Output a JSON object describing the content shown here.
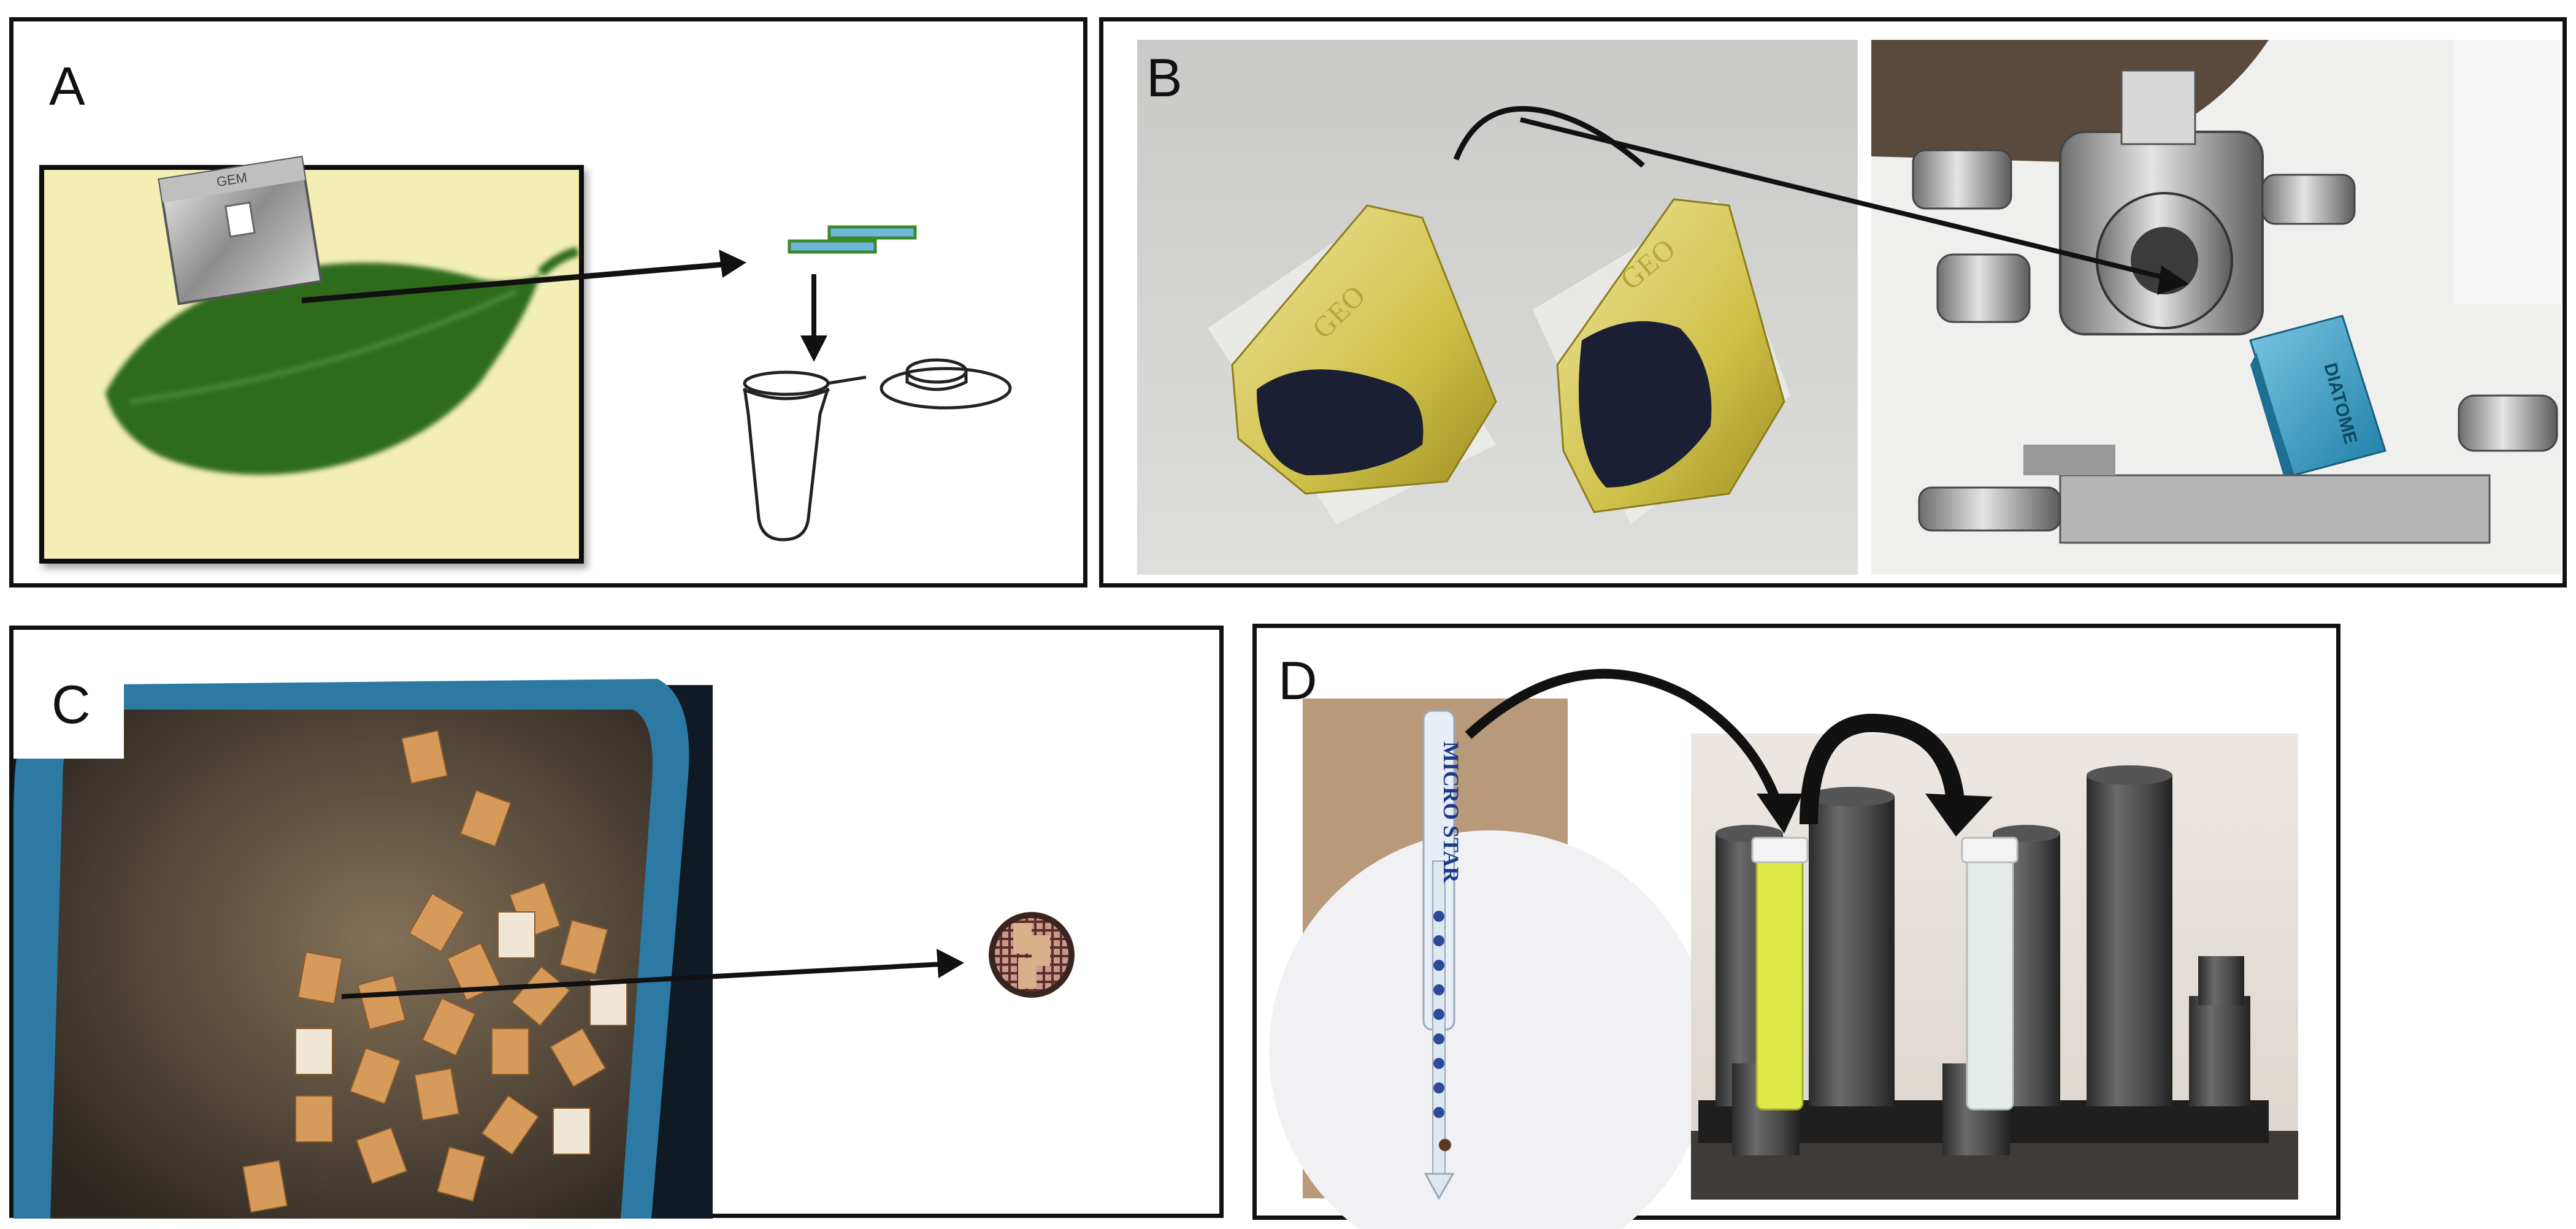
{
  "panels": {
    "a": {
      "label": "A"
    },
    "b": {
      "label": "B"
    },
    "c": {
      "label": "C"
    },
    "d": {
      "label": "D"
    }
  },
  "texts": {
    "blade": "GEM",
    "block_emboss": "GEO",
    "holder": "DIATOME",
    "loop": "MICRO STAR"
  },
  "colors": {
    "leaf_background": "#f3eeb4",
    "leaf": "#2f6c1f",
    "resin_block": "#d7c95a",
    "knife_boat": "#3a9ec8",
    "tube_yellow": "#dde948",
    "tube_clear": "#e6ecea",
    "arrow": "#111111"
  }
}
